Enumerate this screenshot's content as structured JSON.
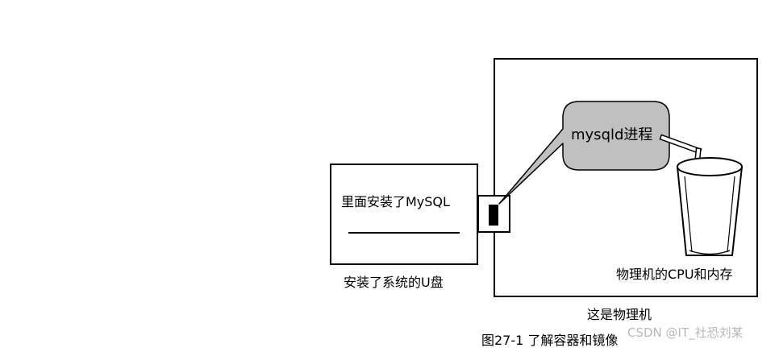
{
  "diagram": {
    "usb_disk_label": "里面安装了MySQL",
    "usb_disk_caption": "安装了系统的U盘",
    "process_bubble_label": "mysqld进程",
    "cpu_memory_label": "物理机的CPU和内存",
    "machine_caption": "这是物理机",
    "figure_caption": "图27-1 了解容器和镜像"
  },
  "watermark": "CSDN @IT_社恐刘某",
  "colors": {
    "stroke": "#000000",
    "bubble_fill": "#c0c0c0",
    "watermark": "#b8b8b8"
  }
}
